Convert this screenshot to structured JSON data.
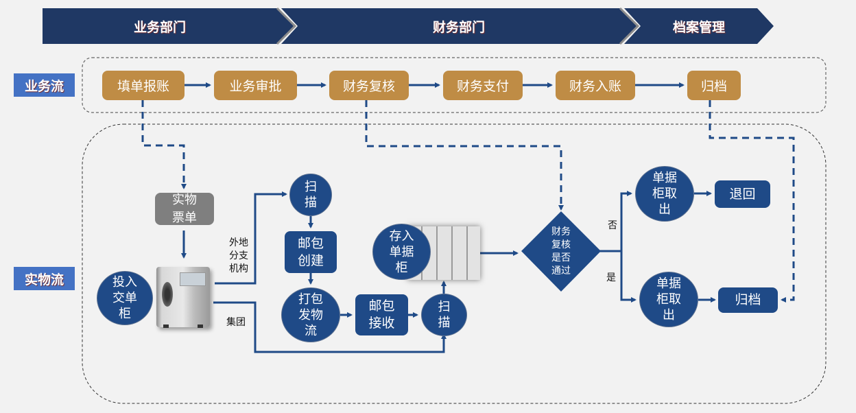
{
  "header": {
    "phases": [
      {
        "label": "业务部门"
      },
      {
        "label": "财务部门"
      },
      {
        "label": "档案管理"
      }
    ]
  },
  "lanes": {
    "business": {
      "label": "业务流"
    },
    "physical": {
      "label": "实物流"
    }
  },
  "business_flow": {
    "steps": [
      {
        "label": "填单报账"
      },
      {
        "label": "业务审批"
      },
      {
        "label": "财务复核"
      },
      {
        "label": "财务支付"
      },
      {
        "label": "财务入账"
      },
      {
        "label": "归档"
      }
    ]
  },
  "physical_flow": {
    "ticket": {
      "line1": "实物",
      "line2": "票单"
    },
    "submit_cabinet": {
      "line1": "投入",
      "line2": "交单",
      "line3": "柜"
    },
    "branch_label": {
      "line1": "外地",
      "line2": "分支",
      "line3": "机构"
    },
    "group_label": "集团",
    "scan_top": {
      "line1": "扫",
      "line2": "描"
    },
    "package_create": {
      "line1": "邮包",
      "line2": "创建"
    },
    "pack_ship": {
      "line1": "打包",
      "line2": "发物",
      "line3": "流"
    },
    "package_receive": {
      "line1": "邮包",
      "line2": "接收"
    },
    "scan_bottom": {
      "line1": "扫",
      "line2": "描"
    },
    "store_cabinet": {
      "line1": "存入",
      "line2": "单据",
      "line3": "柜"
    },
    "decision": {
      "line1": "财务",
      "line2": "复核",
      "line3": "是否",
      "line4": "通过"
    },
    "no_label": "否",
    "yes_label": "是",
    "retrieve_no": {
      "line1": "单据",
      "line2": "柜取",
      "line3": "出"
    },
    "retrieve_yes": {
      "line1": "单据",
      "line2": "柜取",
      "line3": "出"
    },
    "return": "退回",
    "archive": "归档"
  },
  "colors": {
    "header_navy": "#1f3864",
    "lane_blue": "#4472c4",
    "step_gold": "#bf8c45",
    "node_navy": "#1f4a87",
    "ticket_gray": "#7f7f7f"
  }
}
